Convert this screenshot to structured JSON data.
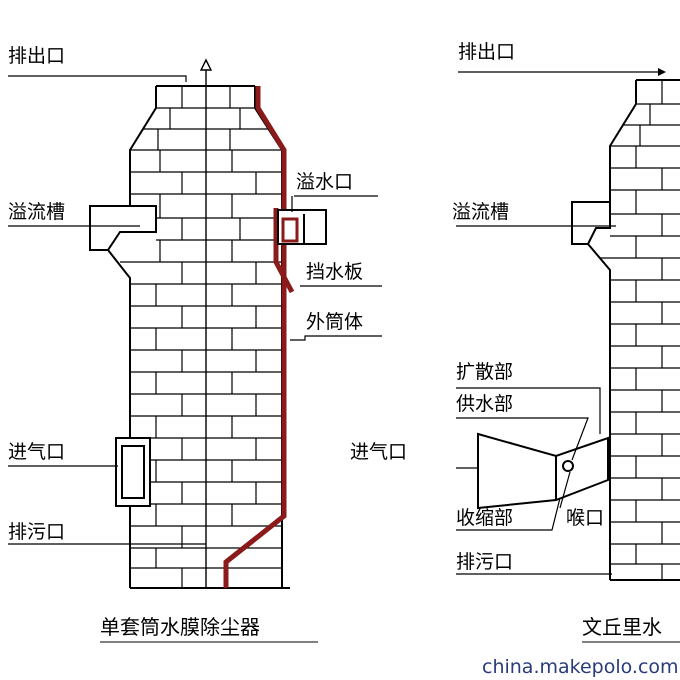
{
  "left_diagram": {
    "labels": {
      "exhaust_outlet": "排出口",
      "overflow_channel": "溢流槽",
      "overflow_port": "溢水口",
      "water_baffle": "挡水板",
      "outer_cylinder": "外筒体",
      "air_inlet": "进气口",
      "sewage_outlet": "排污口"
    },
    "caption": "单套筒水膜除尘器"
  },
  "right_diagram": {
    "labels": {
      "exhaust_outlet": "排出口",
      "overflow_channel": "溢流槽",
      "diffuser_section": "扩散部",
      "water_supply_section": "供水部",
      "air_inlet": "进气口",
      "contraction_section": "收缩部",
      "throat": "喉口",
      "sewage_outlet": "排污口"
    },
    "caption": "文丘里水"
  },
  "colors": {
    "wall_line": "#000000",
    "red_wall": "#8b1a1a",
    "watermark": "#2a3b7a"
  },
  "watermark": "china.makepolo.com"
}
